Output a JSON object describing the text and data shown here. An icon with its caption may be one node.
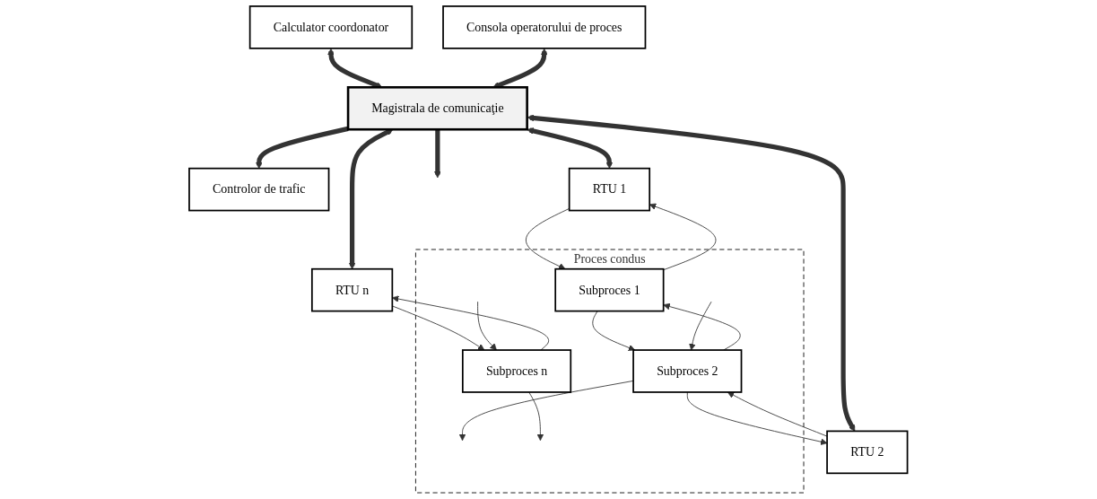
{
  "diagram": {
    "nodes": [
      {
        "text": [
          "Calculator coordonator"
        ]
      },
      {
        "text": [
          "Consola operatorului de proces"
        ]
      },
      {
        "text": [
          "Magistrala de comunicaţie"
        ]
      },
      {
        "text": [
          "Controlor de trafic"
        ]
      },
      {
        "text": [
          "RTU 1"
        ]
      },
      {
        "text": [
          "RTU 2"
        ]
      },
      {
        "text": [
          "RTU n"
        ]
      },
      {
        "text": [
          "Proces condus"
        ]
      },
      {
        "text": [
          "Subproces 1"
        ],
        "in": 7
      },
      {
        "text": [
          "Subproces 2"
        ],
        "in": 7
      },
      {
        "text": [
          "Subproces n"
        ],
        "in": 7
      }
    ],
    "edges": [
      {
        "from": 0,
        "to": 2,
        "arrow": "both",
        "style": "thick"
      },
      {
        "from": 1,
        "to": 2,
        "arrow": "both",
        "style": "thick"
      },
      {
        "from": 2,
        "to": null,
        "arrow": "to",
        "style": "thick"
      },
      {
        "from": 2,
        "to": 3,
        "arrow": "to",
        "style": "thick"
      },
      {
        "from": 2,
        "to": 4,
        "arrow": "both",
        "style": "thick"
      },
      {
        "from": 2,
        "to": 5,
        "arrow": "both",
        "style": "thick"
      },
      {
        "from": 2,
        "to": 6,
        "arrow": "both",
        "style": "thick"
      },
      {
        "from": 4,
        "to": 8,
        "arrow": "to"
      },
      {
        "from": 8,
        "to": 4,
        "arrow": "to"
      },
      {
        "from": 5,
        "to": 9,
        "arrow": "to"
      },
      {
        "from": 9,
        "to": 5,
        "arrow": "to"
      },
      {
        "from": 6,
        "to": 10,
        "arrow": "to"
      },
      {
        "from": 10,
        "to": 6,
        "arrow": "to"
      },
      {
        "from": 8,
        "to": 9,
        "arrow": "to"
      },
      {
        "from": 9,
        "to": 8,
        "arrow": "to"
      },
      {
        "from": 9,
        "to": null,
        "arrow": "to"
      },
      {
        "from": null,
        "to": 9,
        "arrow": "to"
      },
      {
        "from": null,
        "to": 10,
        "arrow": "to"
      },
      {
        "from": 10,
        "to": null,
        "arrow": "to"
      }
    ]
  }
}
